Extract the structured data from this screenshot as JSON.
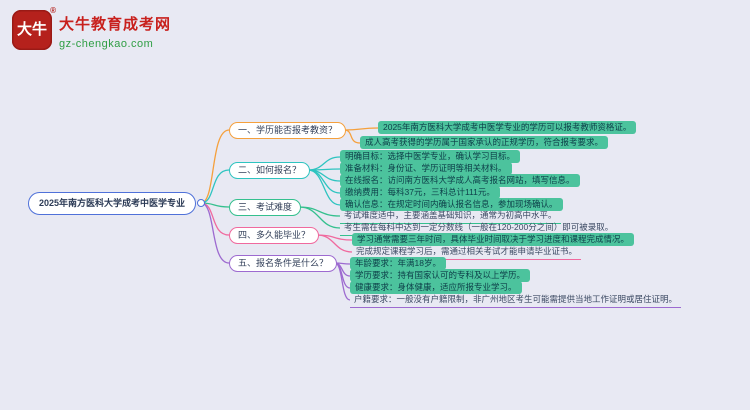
{
  "brand": {
    "logo_text": "大牛",
    "registered_mark": "®",
    "name": "大牛教育成考网",
    "domain": "gz-chengkao.com"
  },
  "colors": {
    "background": "#e8e9f3",
    "brand_red": "#c8201d",
    "brand_green": "#2f9e44",
    "root_border": "#4f71d9",
    "branch1": "#f5a03c",
    "branch2": "#2ec4c0",
    "branch3": "#35c08e",
    "branch4": "#f0699e",
    "branch5": "#9d6ad0",
    "leaf_fill": "#4cc39d"
  },
  "mindmap": {
    "root": "2025年南方医科大学成考中医学专业",
    "branches": [
      {
        "label": "一、学历能否报考教资？",
        "children": [
          "2025年南方医科大学成考中医学专业的学历可以报考教师资格证。",
          "成人高考获得的学历属于国家承认的正规学历，符合报考要求。"
        ]
      },
      {
        "label": "二、如何报名？",
        "children": [
          "明确目标：选择中医学专业，确认学习目标。",
          "准备材料：身份证、学历证明等相关材料。",
          "在线报名：访问南方医科大学成人高考报名网站，填写信息。",
          "缴纳费用：每科37元，三科总计111元。",
          "确认信息：在规定时间内确认报名信息，参加现场确认。"
        ]
      },
      {
        "label": "三、考试难度",
        "children": [
          "考试难度适中，主要涵盖基础知识，通常为初高中水平。",
          "考生需在每科中达到一定分数线（一般在120-200分之间）即可被录取。"
        ]
      },
      {
        "label": "四、多久能毕业？",
        "children": [
          "学习通常需要三年时间，具体毕业时间取决于学习进度和课程完成情况。",
          "完成规定课程学习后，需通过相关考试才能申请毕业证书。"
        ]
      },
      {
        "label": "五、报名条件是什么？",
        "children": [
          "年龄要求：年满18岁。",
          "学历要求：持有国家认可的专科及以上学历。",
          "健康要求：身体健康，适应所报专业学习。",
          "户籍要求：一般没有户籍限制，非广州地区考生可能需提供当地工作证明或居住证明。"
        ]
      }
    ]
  }
}
